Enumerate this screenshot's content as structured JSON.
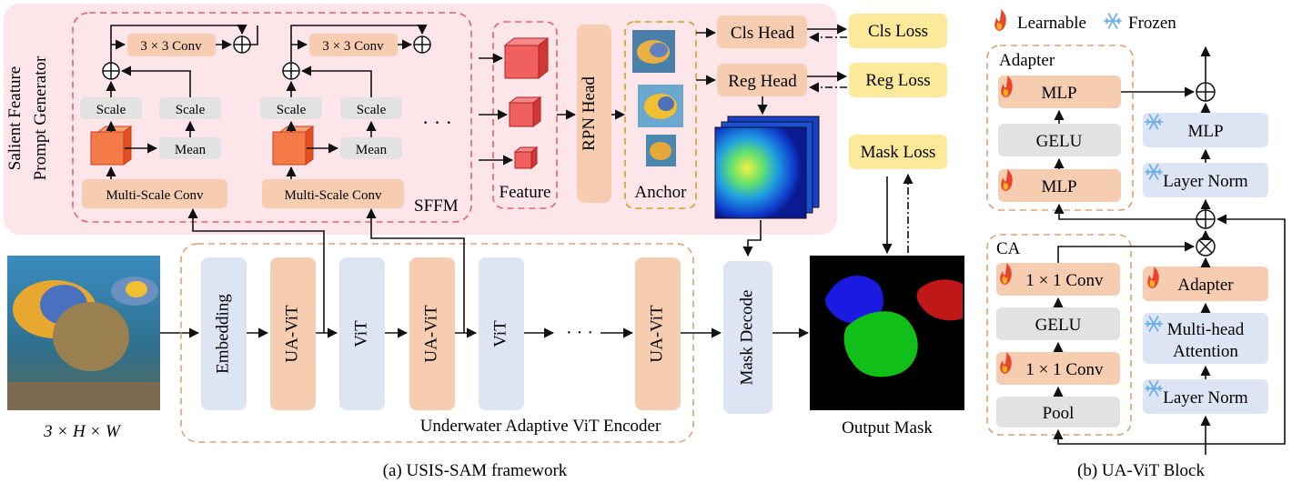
{
  "sfpg": {
    "title_line1": "Salient Feature",
    "title_line2": "Prompt Generator",
    "sffm": "SFFM"
  },
  "blocks": {
    "conv3_a": "3 × 3 Conv",
    "conv3_b": "3 × 3 Conv",
    "scale": "Scale",
    "mean": "Mean",
    "msconv": "Multi-Scale Conv",
    "ellipsis": "· · ·",
    "feature": "Feature",
    "rpn": "RPN Head",
    "anchor": "Anchor",
    "cls_head": "Cls Head",
    "reg_head": "Reg Head",
    "cls_loss": "Cls Loss",
    "reg_loss": "Reg Loss",
    "mask_loss": "Mask Loss",
    "embedding": "Embedding",
    "uavit": "UA-ViT",
    "vit": "ViT",
    "encoder_label": "Underwater Adaptive ViT Encoder",
    "mask_decode": "Mask Decode",
    "output_mask": "Output Mask",
    "input_dims": "3 × H × W"
  },
  "legend": {
    "learnable": "Learnable",
    "frozen": "Frozen"
  },
  "right": {
    "adapter_title": "Adapter",
    "mlp": "MLP",
    "gelu": "GELU",
    "layer_norm": "Layer Norm",
    "ca_title": "CA",
    "conv1": "1 × 1 Conv",
    "pool": "Pool",
    "adapter": "Adapter",
    "mha_line1": "Multi-head",
    "mha_line2": "Attention"
  },
  "captions": {
    "a": "(a) USIS-SAM framework",
    "b": "(b) UA-ViT Block"
  },
  "colors": {
    "learnable_fill": "#f6cdb1",
    "frozen_fill": "#dde4f3",
    "loss_fill": "#fce99a",
    "sfpg_bg": "#fde6ea",
    "dashed_orange": "#e0a070",
    "dashed_red": "#e06070"
  },
  "icons": [
    "flame-icon",
    "snowflake-icon",
    "oplus-icon",
    "otimes-icon",
    "feature-cube-icon",
    "fish-image",
    "heatmap-image",
    "mask-image"
  ]
}
